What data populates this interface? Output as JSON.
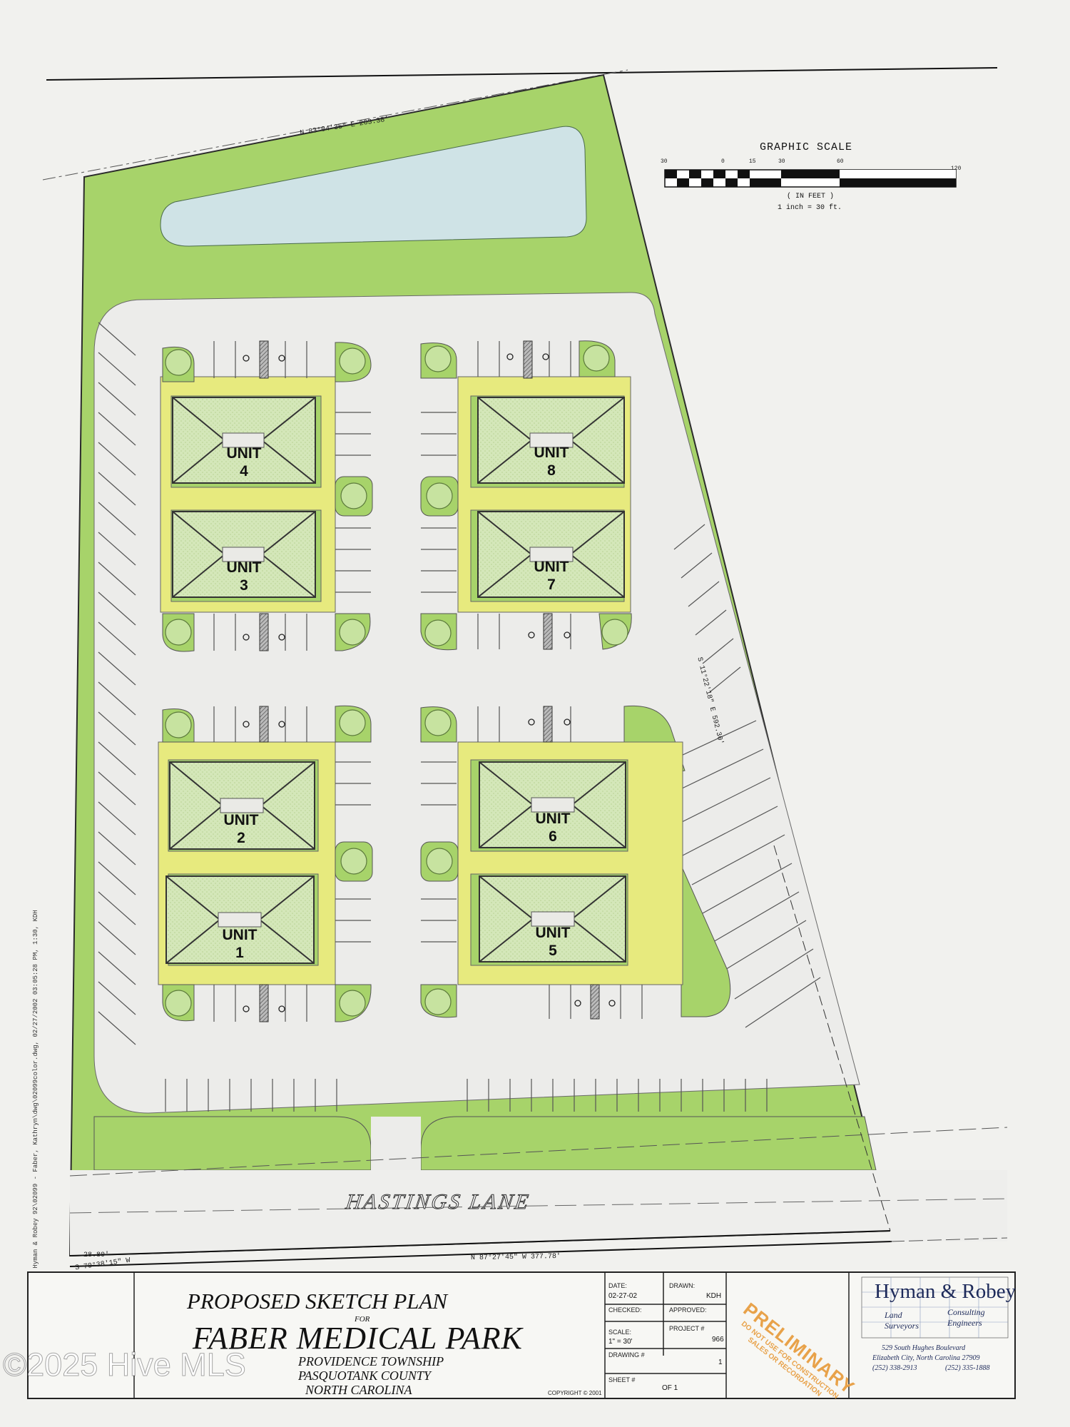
{
  "scale": {
    "title": "GRAPHIC SCALE",
    "ticks": [
      "30",
      "0",
      "15",
      "30",
      "60",
      "120"
    ],
    "units": "( IN FEET )",
    "ratio": "1 inch = 30 ft."
  },
  "bearings": {
    "north": "N 83°04'35\" E 263.38'",
    "east": "S 11°22'18\" E 592.30'",
    "south": "N 87°27'45\" W 377.78'",
    "southwest_dist": "28.80'",
    "southwest_bearing": "S 70°38'15\" W"
  },
  "road": "HASTINGS LANE",
  "units": [
    {
      "label": "UNIT",
      "num": "4"
    },
    {
      "label": "UNIT",
      "num": "3"
    },
    {
      "label": "UNIT",
      "num": "8"
    },
    {
      "label": "UNIT",
      "num": "7"
    },
    {
      "label": "UNIT",
      "num": "2"
    },
    {
      "label": "UNIT",
      "num": "1"
    },
    {
      "label": "UNIT",
      "num": "6"
    },
    {
      "label": "UNIT",
      "num": "5"
    }
  ],
  "title_block": {
    "line1": "PROPOSED SKETCH PLAN",
    "for": "FOR",
    "line2": "FABER MEDICAL PARK",
    "township": "PROVIDENCE TOWNSHIP",
    "county": "PASQUOTANK COUNTY",
    "state": "NORTH CAROLINA",
    "date_label": "DATE:",
    "date": "02-27-02",
    "drawn_label": "DRAWN:",
    "drawn": "KDH",
    "checked_label": "CHECKED:",
    "approved_label": "APPROVED:",
    "scale_label": "SCALE:",
    "scale": "1\" = 30'",
    "project_label": "PROJECT #",
    "project": "966",
    "drawing_label": "DRAWING #",
    "drawing": "1",
    "sheet_label": "SHEET #",
    "sheet": "OF 1",
    "copyright": "COPYRIGHT © 2001",
    "prelim": "PRELIMINARY",
    "prelim_note1": "DO NOT USE FOR CONSTRUCTION",
    "prelim_note2": "SALES OR RECORDATION"
  },
  "firm": {
    "name": "Hyman & Robey",
    "sub1": "Land Surveyors",
    "sub2": "Consulting Engineers",
    "address": "529 South Hughes Boulevard",
    "city": "Elizabeth City, North Carolina 27909",
    "phone1": "(252) 338-2913",
    "phone2": "(252) 335-1888"
  },
  "file_path": "11Sm: Hyman & Robey 92\\02099 - Faber, Kathryn\\dwg\\02099color.dwg, 02/27/2002 03:05:28 PM, 1:30, KDH",
  "watermark": "©2025 Hive MLS"
}
